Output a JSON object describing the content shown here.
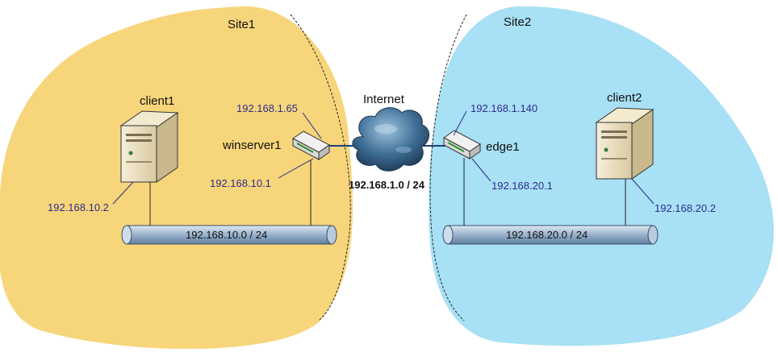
{
  "sites": [
    {
      "name": "Site1",
      "color": "#f7d57a"
    },
    {
      "name": "Site2",
      "color": "#a8e0f5"
    }
  ],
  "internet": {
    "label": "Internet",
    "network": "192.168.1.0 / 24"
  },
  "devices": {
    "client1": {
      "name": "client1",
      "ip": "192.168.10.2"
    },
    "winserver1": {
      "name": "winserver1",
      "ip_wan": "192.168.1.65",
      "ip_lan": "192.168.10.1"
    },
    "edge1": {
      "name": "edge1",
      "ip_wan": "192.168.1.140",
      "ip_lan": "192.168.20.1"
    },
    "client2": {
      "name": "client2",
      "ip": "192.168.20.2"
    }
  },
  "networks": {
    "site1_lan": "192.168.10.0 / 24",
    "site2_lan": "192.168.20.0 / 24"
  },
  "colors": {
    "ip_text": "#2c2c8c",
    "link": "#1f3f7a",
    "server_face": "#efe4c4"
  }
}
